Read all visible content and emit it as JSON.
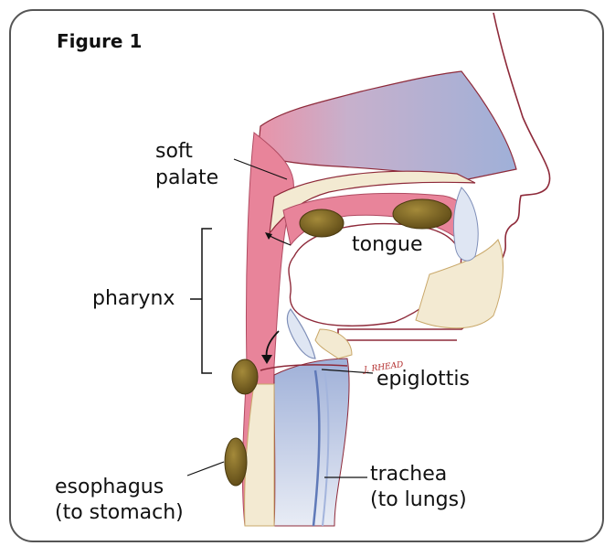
{
  "figure_title": "Figure 1",
  "labels": {
    "soft_palate_line1": "soft",
    "soft_palate_line2": "palate",
    "pharynx": "pharynx",
    "tongue": "tongue",
    "epiglottis": "epiglottis",
    "esophagus_line1": "esophagus",
    "esophagus_line2": "(to stomach)",
    "trachea_line1": "trachea",
    "trachea_line2": "(to lungs)"
  },
  "signature": "J. RHEAD",
  "colors": {
    "throat_pink": "#e8849a",
    "nasal_blue": "#a9b6d6",
    "food_bolus": "#7a6324",
    "bone_cream": "#f3ead2",
    "frame": "#555555"
  }
}
